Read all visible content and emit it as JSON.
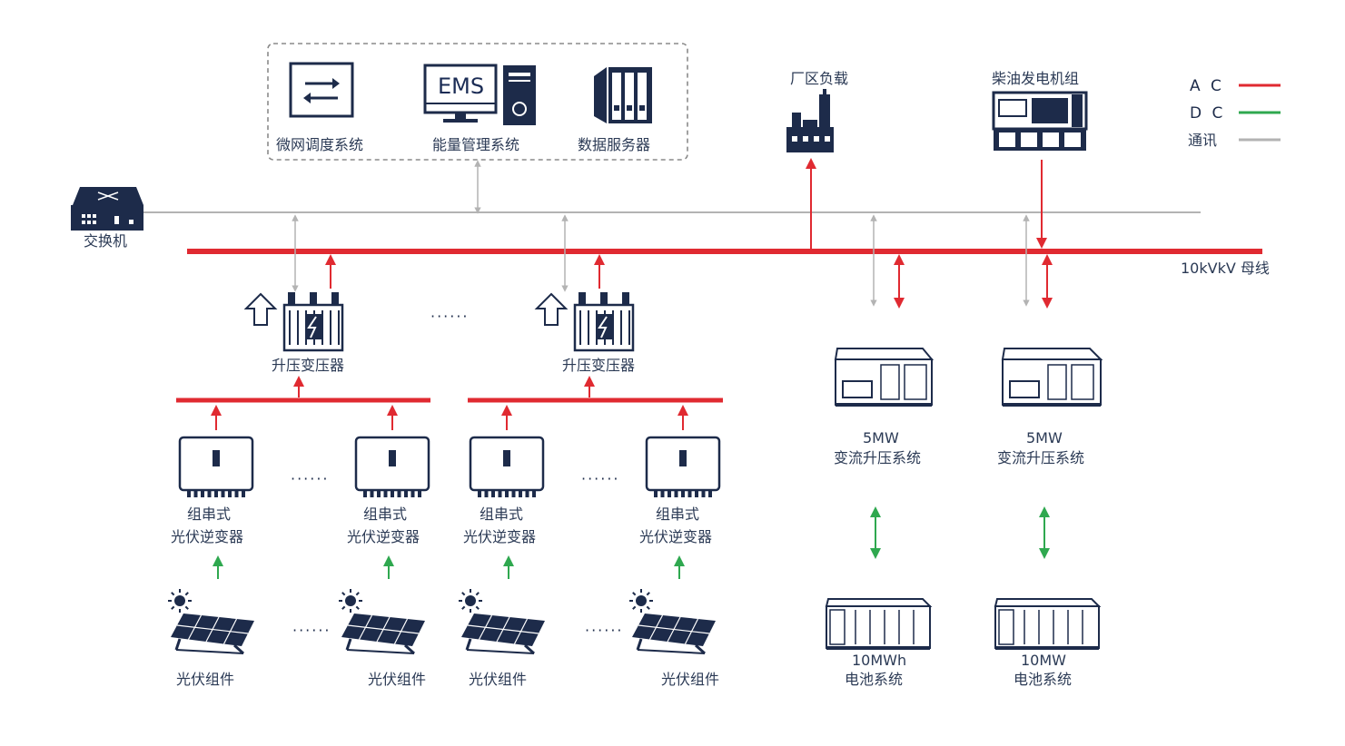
{
  "colors": {
    "ac": "#e02a31",
    "dc": "#2fa84f",
    "comm": "#b3b3b3",
    "navy": "#1d2b4a"
  },
  "legend": {
    "ac": "A C",
    "dc": "D C",
    "comm": "通讯"
  },
  "control": {
    "microgrid": "微网调度系统",
    "ems_title": "EMS",
    "ems": "能量管理系统",
    "data_server": "数据服务器"
  },
  "switch": "交换机",
  "factory_load": "厂区负载",
  "diesel": "柴油发电机组",
  "bus_label": "10kVkV 母线",
  "transformer": "升压变压器",
  "inverter_line1": "组串式",
  "inverter_line2": "光伏逆变器",
  "pv_module": "光伏组件",
  "pcs": [
    {
      "power": "5MW",
      "name": "变流升压系统"
    },
    {
      "power": "5MW",
      "name": "变流升压系统"
    }
  ],
  "battery": [
    {
      "capacity": "10MWh",
      "name": "电池系统"
    },
    {
      "capacity": "10MW",
      "name": "电池系统"
    }
  ],
  "ellipsis": "······"
}
